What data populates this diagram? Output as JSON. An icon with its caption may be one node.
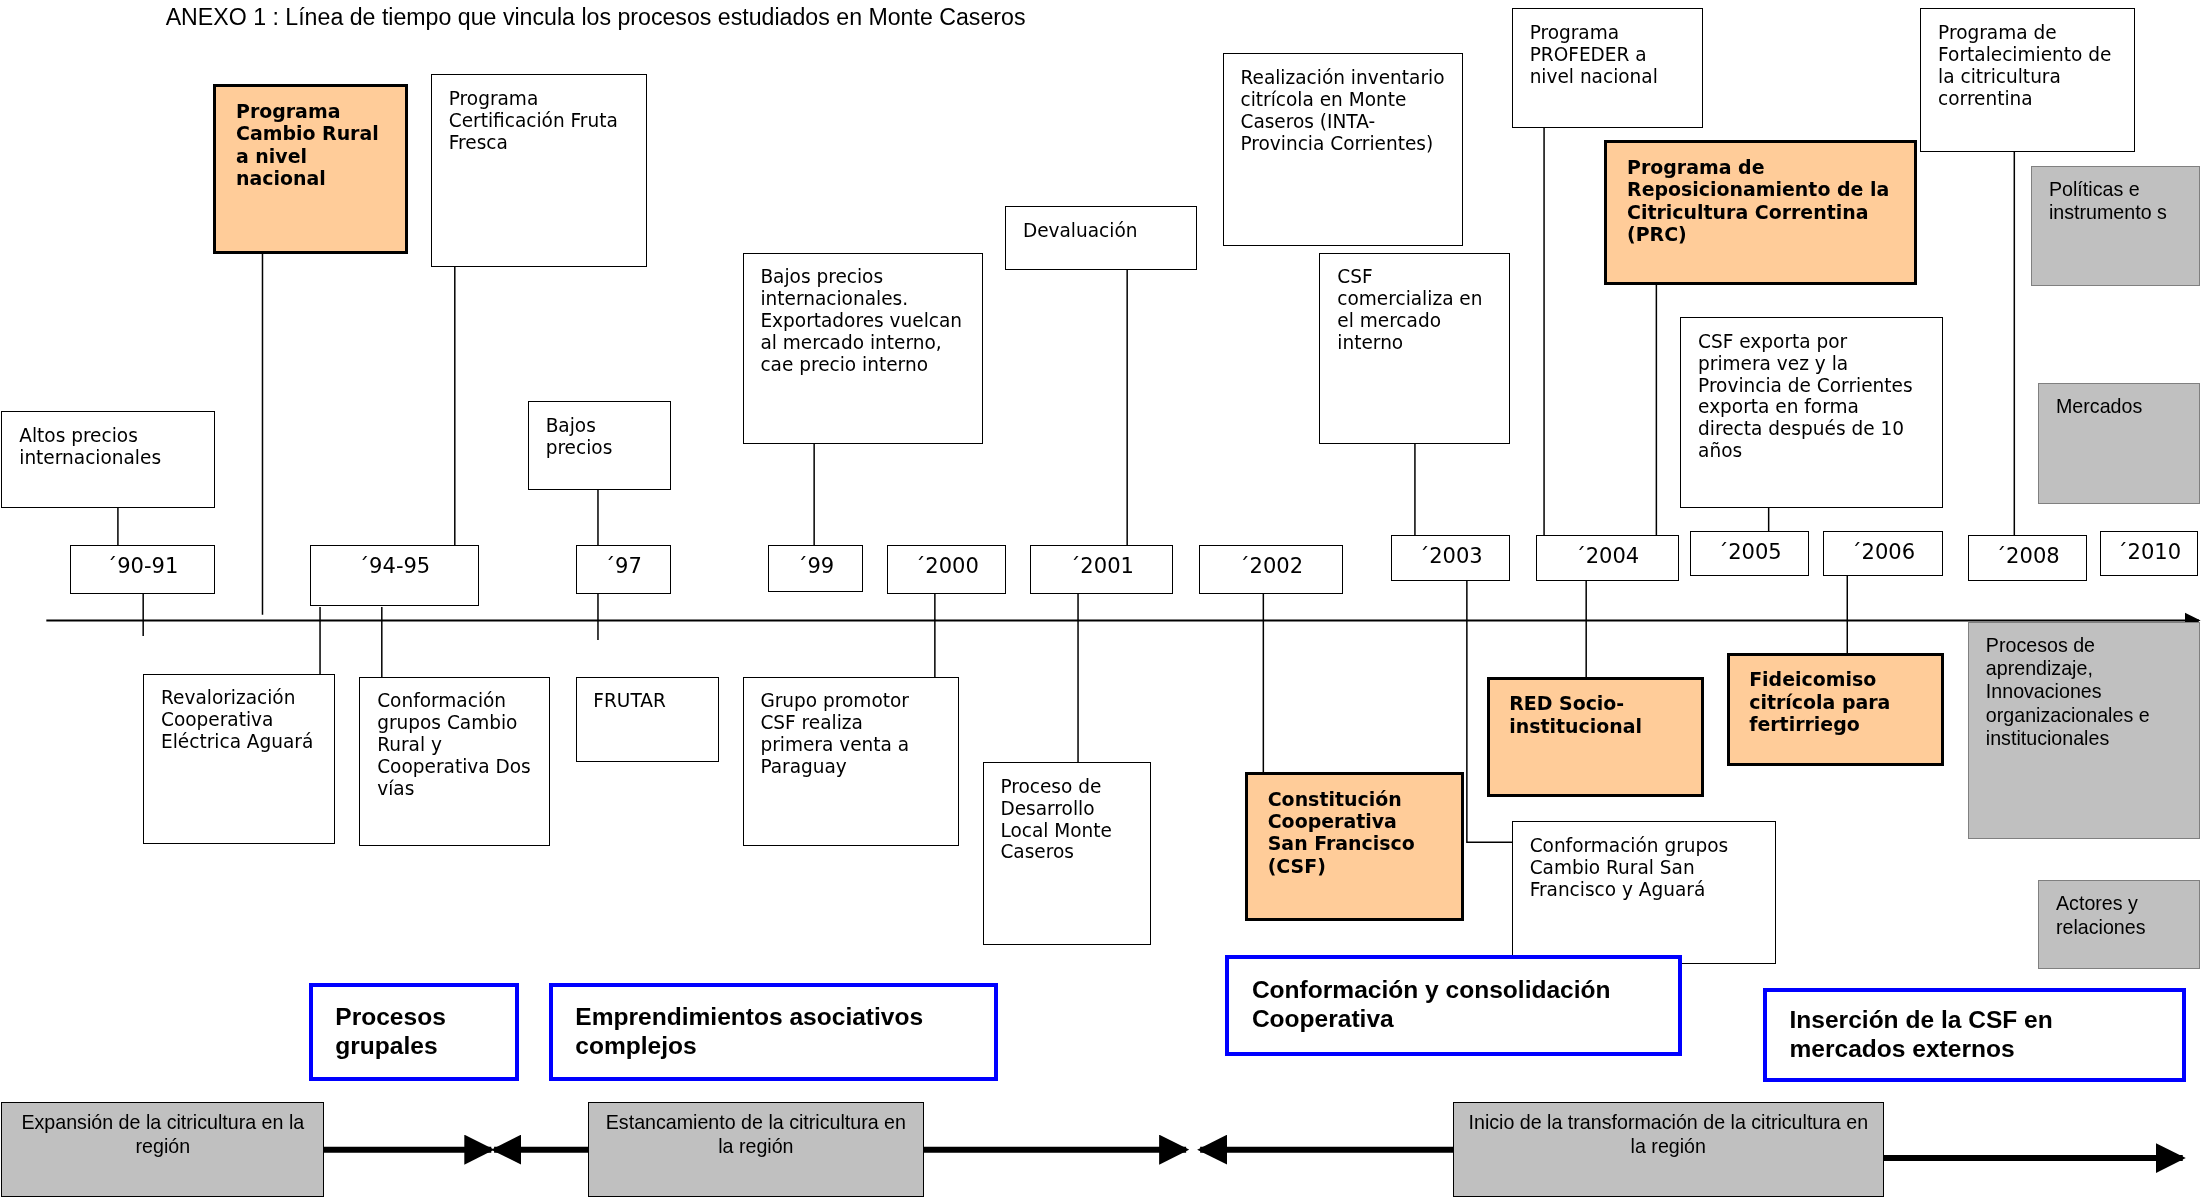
{
  "diagram": {
    "title": "ANEXO 1 : Línea de tiempo que vincula los procesos estudiados en Monte Caseros",
    "nodes": [
      {
        "text": [
          "Altos precios internacionales"
        ]
      },
      {
        "text": [
          "´90-91"
        ]
      },
      {
        "text": [
          "Programa Cambio Rural a nivel nacional"
        ]
      },
      {
        "text": [
          "Programa Certificación Fruta Fresca"
        ]
      },
      {
        "text": [
          "´94-95"
        ]
      },
      {
        "text": [
          "Bajos precios"
        ]
      },
      {
        "text": [
          "´97"
        ]
      },
      {
        "text": [
          "Bajos precios internacionales. Exportadores vuelcan al mercado interno, cae precio interno"
        ]
      },
      {
        "text": [
          "´99"
        ]
      },
      {
        "text": [
          "´2000"
        ]
      },
      {
        "text": [
          "Devaluación"
        ]
      },
      {
        "text": [
          "´2001"
        ]
      },
      {
        "text": [
          "´2002"
        ]
      },
      {
        "text": [
          "Realización inventario citrícola en Monte Caseros (INTA-Provincia Corrientes)"
        ]
      },
      {
        "text": [
          "CSF comercializa en el mercado interno"
        ]
      },
      {
        "text": [
          "´2003"
        ]
      },
      {
        "text": [
          "Programa PROFEDER a nivel nacional"
        ]
      },
      {
        "text": [
          "Programa de Reposicionamiento de la Citricultura Correntina (PRC)"
        ]
      },
      {
        "text": [
          "´2004"
        ]
      },
      {
        "text": [
          "CSF exporta por primera vez y la Provincia de Corrientes exporta en forma directa después de 10 años"
        ]
      },
      {
        "text": [
          "´2005"
        ]
      },
      {
        "text": [
          "´2006"
        ]
      },
      {
        "text": [
          "Programa de Fortalecimiento de la citricultura correntina"
        ]
      },
      {
        "text": [
          "´2008"
        ]
      },
      {
        "text": [
          "´2010"
        ]
      },
      {
        "text": [
          "Políticas e instrumento s"
        ]
      },
      {
        "text": [
          "Mercados"
        ]
      },
      {
        "text": [
          "Revalorización Cooperativa Eléctrica Aguará"
        ]
      },
      {
        "text": [
          "Conformación grupos Cambio Rural y Cooperativa Dos vías"
        ]
      },
      {
        "text": [
          "FRUTAR"
        ]
      },
      {
        "text": [
          "Grupo promotor CSF realiza primera venta a Paraguay"
        ]
      },
      {
        "text": [
          "Proceso de Desarrollo Local Monte Caseros"
        ]
      },
      {
        "text": [
          "Constitución Cooperativa San Francisco (CSF)"
        ]
      },
      {
        "text": [
          "RED Socio-institucional"
        ]
      },
      {
        "text": [
          "Conformación grupos Cambio Rural San Francisco y Aguará"
        ]
      },
      {
        "text": [
          "Fideicomiso citrícola para fertirriego"
        ]
      },
      {
        "text": [
          "Procesos de aprendizaje, Innovaciones organizacionales e institucionales"
        ]
      },
      {
        "text": [
          "Actores y relaciones"
        ]
      },
      {
        "text": [
          "Procesos grupales"
        ]
      },
      {
        "text": [
          "Emprendimientos asociativos complejos"
        ]
      },
      {
        "text": [
          "Conformación y consolidación Cooperativa"
        ]
      },
      {
        "text": [
          "Inserción de la CSF en mercados externos"
        ]
      },
      {
        "text": [
          "Expansión de la citricultura en la región"
        ]
      },
      {
        "text": [
          "Estancamiento de la citricultura en la región"
        ]
      },
      {
        "text": [
          "Inicio de la transformación de la citricultura en la región"
        ]
      }
    ],
    "edges": [
      {
        "from": 0,
        "to": 1,
        "arrow": "none"
      },
      {
        "from": 1,
        "to": null,
        "arrow": "none"
      },
      {
        "from": 2,
        "to": null,
        "arrow": "none"
      },
      {
        "from": 3,
        "to": 4,
        "arrow": "none"
      },
      {
        "from": 4,
        "to": 27,
        "arrow": "none"
      },
      {
        "from": 4,
        "to": 28,
        "arrow": "none"
      },
      {
        "from": 5,
        "to": 6,
        "arrow": "none"
      },
      {
        "from": 6,
        "to": null,
        "arrow": "none"
      },
      {
        "from": 7,
        "to": 8,
        "arrow": "none"
      },
      {
        "from": 9,
        "to": 30,
        "arrow": "none"
      },
      {
        "from": 10,
        "to": 11,
        "arrow": "none"
      },
      {
        "from": 11,
        "to": 31,
        "arrow": "none"
      },
      {
        "from": 12,
        "to": 32,
        "arrow": "none"
      },
      {
        "from": 14,
        "to": 15,
        "arrow": "none"
      },
      {
        "from": 15,
        "to": 34,
        "arrow": "none"
      },
      {
        "from": 16,
        "to": 18,
        "arrow": "none"
      },
      {
        "from": 17,
        "to": 18,
        "arrow": "none"
      },
      {
        "from": 18,
        "to": 33,
        "arrow": "none"
      },
      {
        "from": 19,
        "to": 20,
        "arrow": "none"
      },
      {
        "from": 21,
        "to": 35,
        "arrow": "none"
      },
      {
        "from": 22,
        "to": 23,
        "arrow": "none"
      },
      {
        "from": 42,
        "to": null,
        "arrow": "to",
        "style": "thick"
      },
      {
        "from": 43,
        "to": null,
        "arrow": "to",
        "style": "thick"
      },
      {
        "from": 43,
        "to": null,
        "arrow": "to",
        "style": "thick"
      },
      {
        "from": 44,
        "to": null,
        "arrow": "to",
        "style": "thick"
      },
      {
        "from": 44,
        "to": null,
        "arrow": "to",
        "style": "thick"
      }
    ]
  }
}
